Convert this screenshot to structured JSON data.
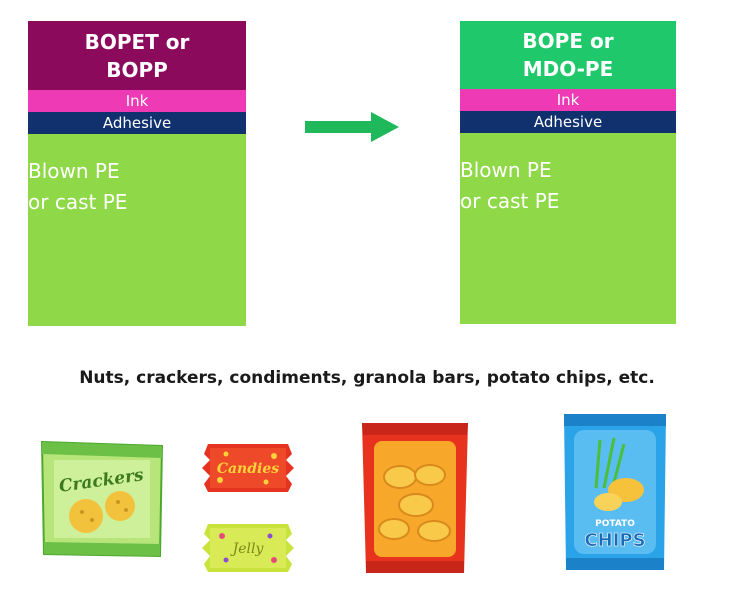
{
  "left_stack": {
    "top_layer_line1": "BOPET or",
    "top_layer_line2": "BOPP",
    "ink": "Ink",
    "adhesive": "Adhesive",
    "base_line1": "Blown PE",
    "base_line2": "or cast PE"
  },
  "right_stack": {
    "top_layer_line1": "BOPE or",
    "top_layer_line2": "MDO-PE",
    "ink": "Ink",
    "adhesive": "Adhesive",
    "base_line1": "Blown PE",
    "base_line2": "or cast PE"
  },
  "caption": "Nuts,  crackers, condiments, granola bars, potato chips, etc.",
  "packages": {
    "crackers_label": "Crackers",
    "candies_label": "Candies",
    "jelly_label": "Jelly",
    "chips_label_small": "POTATO",
    "chips_label_big": "CHIPS"
  },
  "colors": {
    "bopet_layer": "#8b0a5c",
    "bope_layer": "#1fc86a",
    "ink_layer": "#ee3ab4",
    "adhesive_layer": "#10306e",
    "base_layer": "#8fd948",
    "arrow": "#1fb85a"
  },
  "icons": [
    "arrow-right-icon",
    "crackers-bag-icon",
    "candies-wrapper-icon",
    "jelly-wrapper-icon",
    "chip-bag-icon",
    "potato-chips-bag-icon"
  ]
}
